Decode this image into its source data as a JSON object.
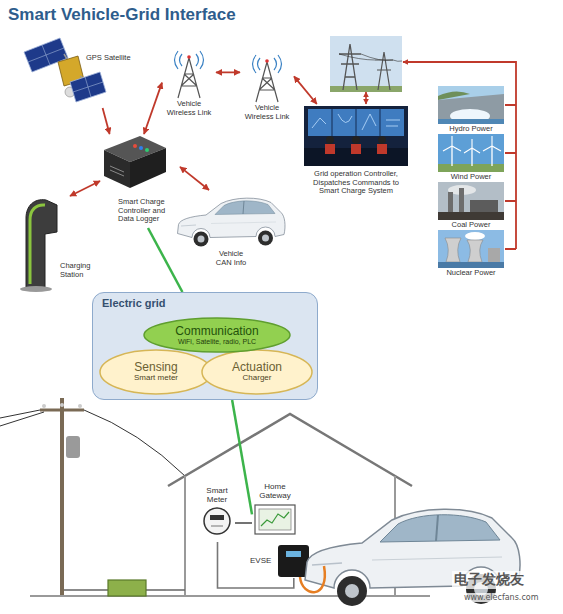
{
  "diagram": {
    "title": "Smart Vehicle-Grid Interface",
    "nodes": [
      {
        "text": [
          "GPS Satellite"
        ]
      },
      {
        "text": [
          "Vehicle Wireless Link"
        ]
      },
      {
        "text": [
          "Vehicle Wireless Link"
        ]
      },
      {
        "text": [
          "Grid operation Controller, Dispatches Commands to Smart Charge System"
        ]
      },
      {
        "text": [
          "Hydro Power"
        ]
      },
      {
        "text": [
          "Wind Power"
        ]
      },
      {
        "text": [
          "Coal Power"
        ]
      },
      {
        "text": [
          "Nuclear Power"
        ]
      },
      {
        "text": [
          "Smart Charge Controller and Data Logger"
        ]
      },
      {
        "text": [
          "Charging Station"
        ]
      },
      {
        "text": [
          "Vehicle CAN Info"
        ]
      },
      {
        "text": [
          "Electric grid"
        ]
      },
      {
        "text": [
          "Communication",
          "WiFi, Satelite, radio, PLC"
        ],
        "in": 11
      },
      {
        "text": [
          "Sensing",
          "Smart meter"
        ],
        "in": 11
      },
      {
        "text": [
          "Actuation",
          "Charger"
        ],
        "in": 11
      },
      {
        "text": [
          "Smart Meter"
        ]
      },
      {
        "text": [
          "Home Gateway"
        ]
      },
      {
        "text": [
          "EVSE"
        ]
      }
    ],
    "edges": [
      {
        "from": 0,
        "to": 8,
        "arrow": "to"
      },
      {
        "from": 1,
        "to": 2,
        "arrow": "both"
      },
      {
        "from": 2,
        "to": 3,
        "arrow": "both"
      },
      {
        "from": 8,
        "to": 1,
        "arrow": "both"
      },
      {
        "from": 8,
        "to": 9,
        "arrow": "both"
      },
      {
        "from": 8,
        "to": 10,
        "arrow": "both"
      },
      {
        "from": 8,
        "to": 11,
        "arrow": "none"
      },
      {
        "from": 11,
        "to": 16,
        "arrow": "none"
      },
      {
        "from": 15,
        "to": 16,
        "arrow": "none"
      },
      {
        "from": 15,
        "to": 17,
        "arrow": "none"
      }
    ],
    "labels": [
      "电子发烧友",
      "www.elecfans.com"
    ]
  }
}
